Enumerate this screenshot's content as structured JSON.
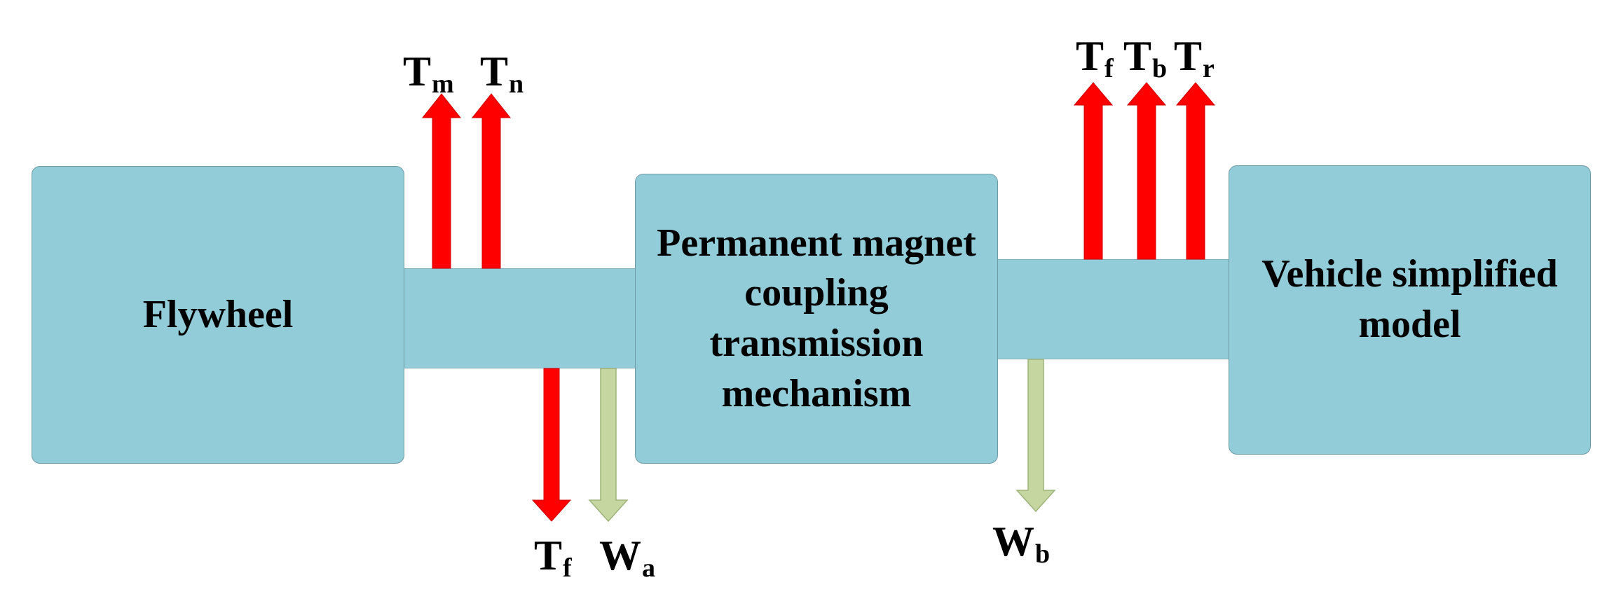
{
  "blocks": {
    "flywheel": "Flywheel",
    "coupling": [
      "Permanent magnet",
      "coupling",
      "transmission",
      "mechanism"
    ],
    "vehicle": [
      "Vehicle simplified",
      "model"
    ]
  },
  "labels": {
    "tm": {
      "main": "T",
      "sub": "m"
    },
    "tn": {
      "main": "T",
      "sub": "n"
    },
    "tf_bottom": {
      "main": "T",
      "sub": "f"
    },
    "wa": {
      "main": "W",
      "sub": "a"
    },
    "tf_top": {
      "main": "T",
      "sub": "f"
    },
    "tb": {
      "main": "T",
      "sub": "b"
    },
    "tr": {
      "main": "T",
      "sub": "r"
    },
    "wb": {
      "main": "W",
      "sub": "b"
    }
  },
  "colors": {
    "block_fill": "#92ccd9",
    "torque_arrow": "#ff0000",
    "speed_arrow": "#c5d6a0"
  }
}
